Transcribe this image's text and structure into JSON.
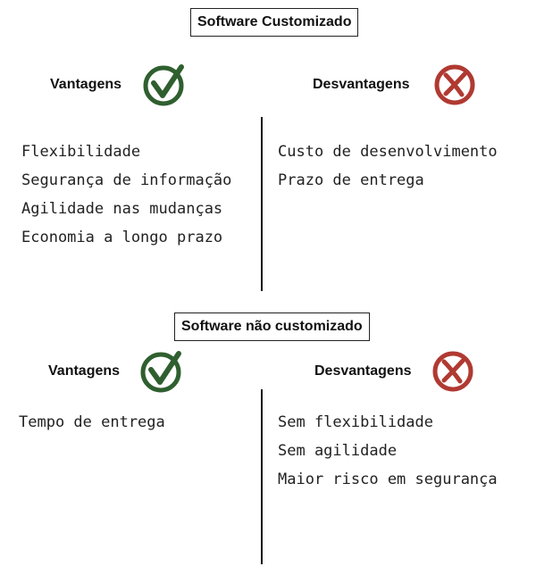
{
  "section_custom": {
    "title": "Software Customizado",
    "advantages": {
      "heading": "Vantagens",
      "icon": "check-circle-icon",
      "items": [
        "Flexibilidade",
        "Segurança de informação",
        "Agilidade nas mudanças",
        "Economia a longo prazo"
      ]
    },
    "disadvantages": {
      "heading": "Desvantagens",
      "icon": "x-circle-icon",
      "items": [
        "Custo de desenvolvimento",
        "Prazo de entrega"
      ]
    }
  },
  "section_non_custom": {
    "title": "Software não customizado",
    "advantages": {
      "heading": "Vantagens",
      "icon": "check-circle-icon",
      "items": [
        "Tempo de entrega"
      ]
    },
    "disadvantages": {
      "heading": "Desvantagens",
      "icon": "x-circle-icon",
      "items": [
        "Sem flexibilidade",
        "Sem agilidade",
        "Maior risco em segurança"
      ]
    }
  },
  "colors": {
    "check": "#2f5f2f",
    "cross": "#b03a32",
    "text": "#222222"
  }
}
